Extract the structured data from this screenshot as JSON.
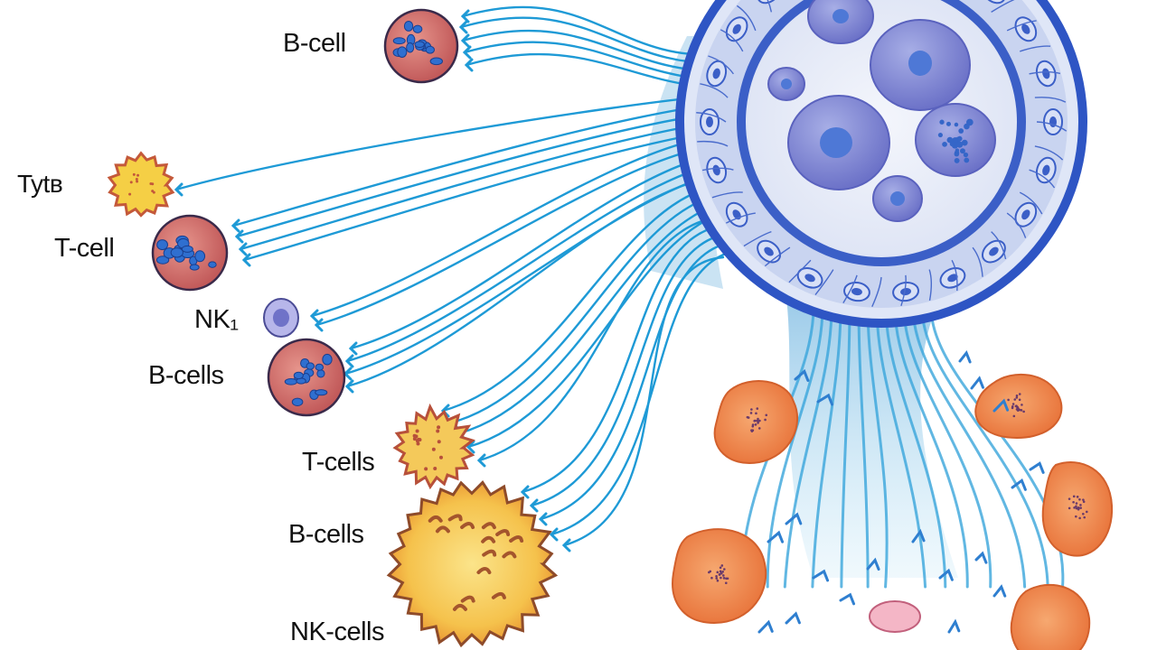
{
  "labels": {
    "b_cell": "B-cell",
    "tytb": "Tytв",
    "t_cell": "T-cell",
    "nk": "NK₁",
    "b_cells_1": "B-cells",
    "t_cells": "T-cells",
    "b_cells_2": "B-cells",
    "nk_cells": "NK-cells"
  },
  "colors": {
    "fiber": "#1e9ad6",
    "vessel_wall": "#3b5fc7",
    "vessel_lumen": "#eef1fa",
    "lymphocyte_fill": "#cf6e6e",
    "lymphocyte_dots": "#2f6fd0",
    "macrophage": "#f5a23a",
    "fibroblast": "#f08a4b",
    "nucleus": "#7d86d6"
  }
}
